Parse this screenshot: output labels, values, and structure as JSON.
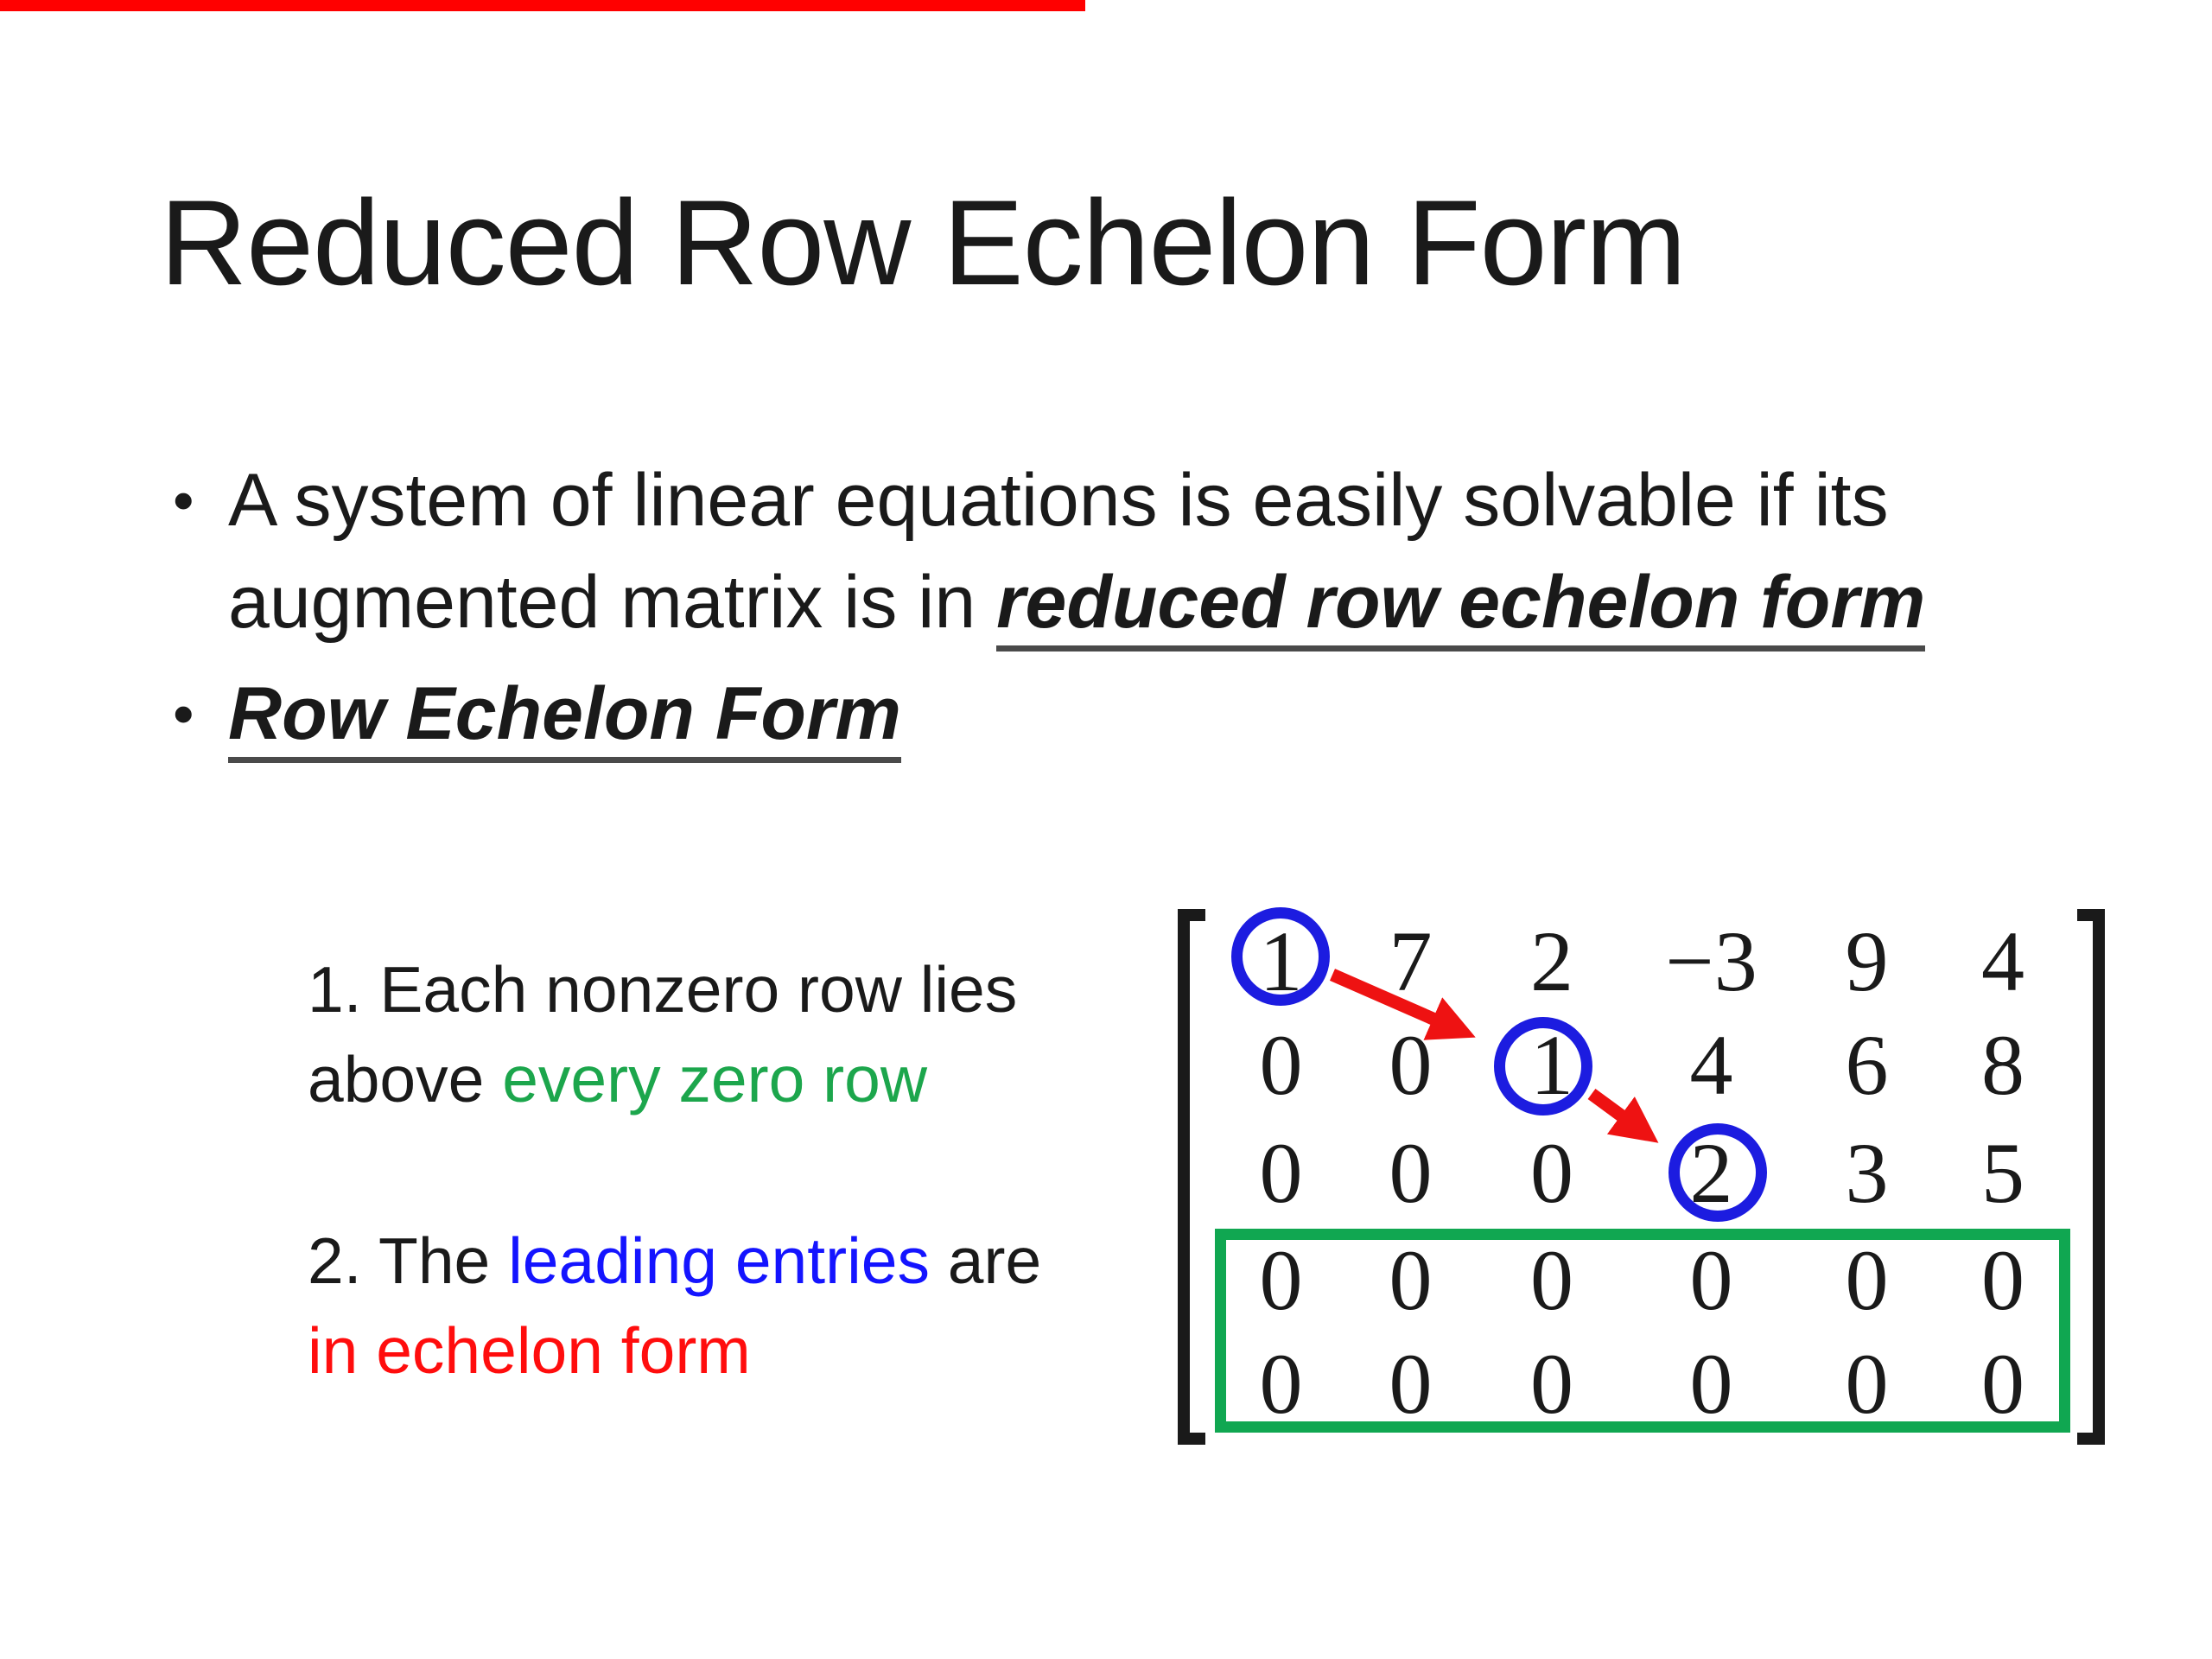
{
  "slide": {
    "title": "Reduced Row Echelon Form"
  },
  "progress_bar": {
    "color": "#ff0000"
  },
  "bullets": [
    {
      "marker": "•",
      "line1": "A system of linear equations is easily solvable if its",
      "line2_prefix": "augmented matrix is in ",
      "line2_emphasis": "reduced row echelon form"
    },
    {
      "marker": "•",
      "emphasis": "Row Echelon Form"
    }
  ],
  "rules": [
    {
      "line1": "1. Each nonzero row lies",
      "line2_prefix": "above ",
      "line2_highlight": "every zero row"
    },
    {
      "line1_prefix": "2. The ",
      "line1_highlight": "leading entries",
      "line1_suffix": " are",
      "line2_highlight": "in echelon form"
    }
  ],
  "matrix": {
    "rows": [
      [
        "1",
        "7",
        "2",
        "−3",
        "9",
        "4"
      ],
      [
        "0",
        "0",
        "1",
        "4",
        "6",
        "8"
      ],
      [
        "0",
        "0",
        "0",
        "2",
        "3",
        "5"
      ],
      [
        "0",
        "0",
        "0",
        "0",
        "0",
        "0"
      ],
      [
        "0",
        "0",
        "0",
        "0",
        "0",
        "0"
      ]
    ],
    "circled_cells": [
      [
        0,
        0
      ],
      [
        1,
        2
      ],
      [
        2,
        3
      ]
    ],
    "boxed_zero_rows": [
      3,
      4
    ]
  },
  "colors": {
    "every_zero_row_green": "#1ca64c",
    "leading_entries_blue": "#1414ff",
    "echelon_form_red": "#ff0d0d",
    "circle_blue": "#1c1ce0",
    "arrow_red": "#ee1212",
    "zero_box_green": "#10a751",
    "underline_gray": "#4a4a4a",
    "text_black": "#1a1a1a"
  }
}
